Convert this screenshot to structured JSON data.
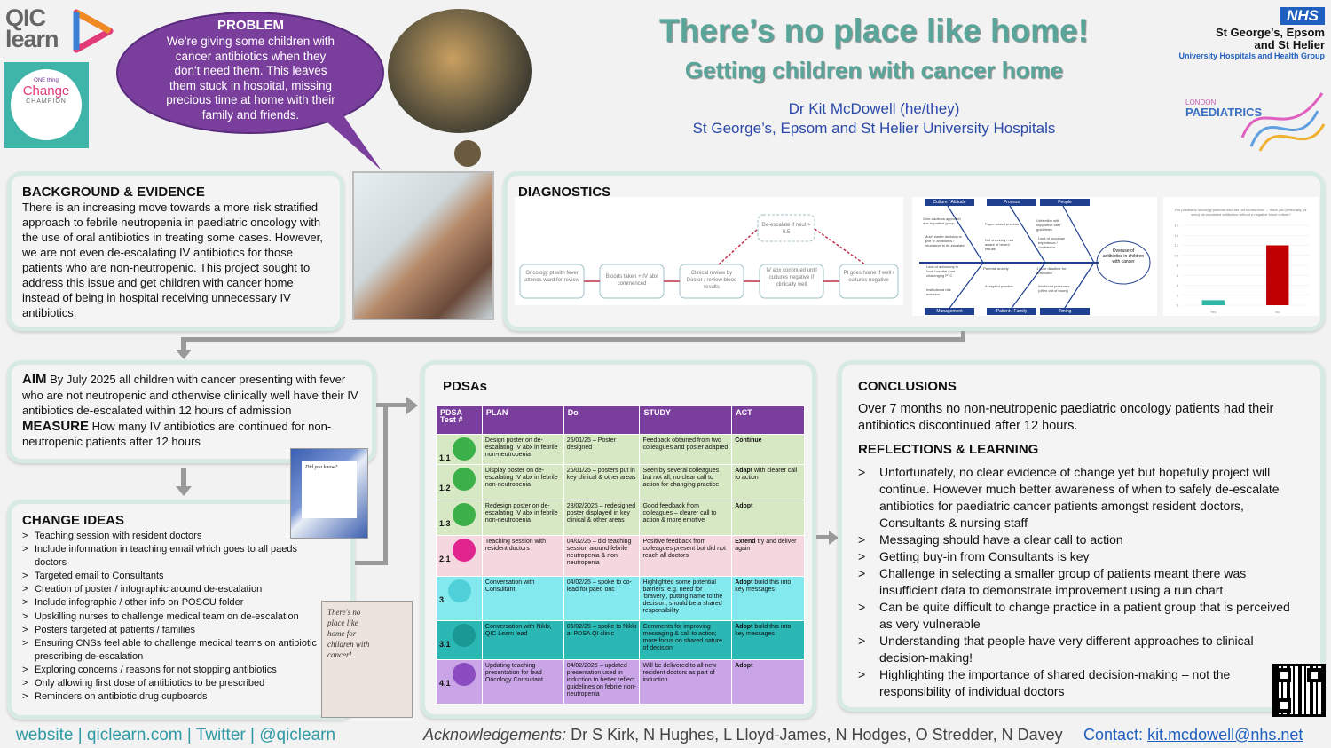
{
  "header": {
    "logo_qic": "QIC learn",
    "badge_line1": "ONE thing",
    "badge_change": "Change",
    "badge_champion": "CHAMPION",
    "title": "There’s no place like home!",
    "subtitle": "Getting children with cancer home",
    "author": "Dr Kit McDowell (he/they)",
    "affiliation": "St George’s, Epsom and St Helier University Hospitals",
    "nhs": "NHS",
    "trust_line1": "St George’s, Epsom",
    "trust_line2": "and St Helier",
    "trust_line3": "University Hospitals and Health Group",
    "london_paeds_1": "LONDON",
    "london_paeds_2": "PAEDIATRICS"
  },
  "problem": {
    "heading": "PROBLEM",
    "text": "We're giving some children with cancer antibiotics when they don't need them. This leaves them stuck in hospital, missing precious time at home with their family and friends."
  },
  "background": {
    "heading": "BACKGROUND & EVIDENCE",
    "text": "There is an increasing move towards a more risk stratified approach to febrile neutropenia in paediatric oncology with the use of oral antibiotics in treating some cases. However, we are not even de-escalating IV antibiotics for those patients who are non-neutropenic. This project sought to address this issue and get children with cancer home instead of being in hospital receiving unnecessary IV antibiotics."
  },
  "diagnostics": {
    "heading": "DIAGNOSTICS",
    "flow": [
      "Oncology pt with fever attends ward for review",
      "Bloods taken + IV abx commenced",
      "Clinical review by Doctor / review blood results",
      "IV abx continued until cultures negative if clinically well",
      "Pt goes home if well / cultures negative"
    ],
    "flow_branch": "De-escalate if neut > 0.5",
    "fishbone_heads": [
      "Culture / Attitude",
      "Process",
      "People",
      "Management",
      "Patient / Family",
      "Timing"
    ],
    "fishbone_effect": "Overuse of antibiotics in children with cancer",
    "fishbone_causes": [
      "Over-cautious approach due to patient group",
      "Paper-based process",
      "Unfamiliar with supportive care guidelines",
      "Much easier decision to give IV antibiotics / reluctance to de-escalate",
      "Not checking / not aware of recent results",
      "Lack of oncology experience / confidence",
      "Lack of autonomy in local hospital / not challenging PTC",
      "Parental anxiety",
      "1 hour deadline for antibiotics",
      "Institutional risk aversion",
      "Accepted practice",
      "Workload pressures (often out of hours)"
    ],
    "bar_chart_title": "For paediatric oncology patients who are not neutropenic ... Have you personally (or seen) de-escalated antibiotics without a negative blood culture?"
  },
  "chart_data": {
    "type": "bar",
    "title": "For paediatric oncology patients who are not neutropenic ... Have you personally (or seen) de-escalated antibiotics without a negative blood culture?",
    "categories": [
      "Yes",
      "No"
    ],
    "values": [
      1,
      12
    ],
    "ylim": [
      0,
      16
    ],
    "colors": [
      "#2fb5a4",
      "#c00000"
    ]
  },
  "aim": {
    "aim_label": "AIM",
    "aim_text": "By July 2025 all children with cancer presenting with fever who are not neutropenic and otherwise clinically well have their IV antibiotics de-escalated within 12 hours of admission",
    "measure_label": "MEASURE",
    "measure_text": "How many IV antibiotics are continued for non-neutropenic patients after 12 hours"
  },
  "change_ideas": {
    "heading": "CHANGE IDEAS",
    "items": [
      "Teaching session with resident doctors",
      "Include information in teaching email which goes to all paeds doctors",
      "Targeted email to Consultants",
      "Creation of poster / infographic around de-escalation",
      "Include infographic / other info on POSCU folder",
      "Upskilling nurses to challenge medical team on de-escalation",
      "Posters targeted at patients / families",
      "Ensuring CNSs feel able to challenge medical teams on antibiotic prescribing de-escalation",
      "Exploring concerns / reasons for not stopping antibiotics",
      "Only allowing first dose of antibiotics to be prescribed",
      "Reminders on antibiotic drug cupboards"
    ],
    "photo1_text": "Did you know?",
    "photo2_text": "There's no place like home for children with cancer!"
  },
  "pdsa": {
    "heading": "PDSAs",
    "columns": [
      "PDSA Test #",
      "PLAN",
      "Do",
      "STUDY",
      "ACT"
    ],
    "rows": [
      {
        "id": "1.1",
        "plan": "Design poster on de-escalating IV abx in febrile non-neutropenia",
        "do": "25/01/25 – Poster designed",
        "study": "Feedback obtained from two colleagues and poster adapted",
        "act_bold": "Continue",
        "act": ""
      },
      {
        "id": "1.2",
        "plan": "Display poster on de-escalating IV abx in febrile non-neutropenia",
        "do": "26/01/25 – posters put in key clinical & other areas",
        "study": "Seen by several colleagues but not all; no clear call to action for changing practice",
        "act_bold": "Adapt",
        "act": "with clearer call to action"
      },
      {
        "id": "1.3",
        "plan": "Redesign poster on de-escalating IV abx in febrile non-neutropenia",
        "do": "28/02/2025 – redesigned poster displayed in key clinical & other areas",
        "study": "Good feedback from colleagues – clearer call to action & more emotive",
        "act_bold": "Adopt",
        "act": ""
      },
      {
        "id": "2.1",
        "plan": "Teaching session with resident doctors",
        "do": "04/02/25 – did teaching session around febrile neutropenia & non-neutropenia",
        "study": "Positive feedback from colleagues present but did not reach all doctors",
        "act_bold": "Extend",
        "act": "try and deliver again"
      },
      {
        "id": "3.",
        "plan": "Conversation with Consultant",
        "do": "04/02/25 – spoke to co-lead for paed onc",
        "study": "Highlighted some potential barriers: e.g. need for 'bravery', putting name to the decision, should be a shared responsibility",
        "act_bold": "Adopt",
        "act": "build this into key messages"
      },
      {
        "id": "3.1",
        "plan": "Conversation with Nikki, QIC Learn lead",
        "do": "06/02/25 – spoke to Nikki at PDSA QI clinic",
        "study": "Comments for improving messaging & call to action; more focus on shared nature of decision",
        "act_bold": "Adopt",
        "act": "build this into key messages"
      },
      {
        "id": "4.1",
        "plan": "Updating teaching presentation for lead Oncology Consultant",
        "do": "04/02/2025 – updated presentation used in induction to better reflect guidelines on febrile non-neutropenia",
        "study": "Will be delivered to all new resident doctors as part of induction",
        "act_bold": "Adopt",
        "act": ""
      }
    ]
  },
  "conclusions": {
    "heading": "CONCLUSIONS",
    "text": "Over 7 months no non-neutropenic paediatric oncology patients had their antibiotics discontinued after 12 hours.",
    "reflections_heading": "REFLECTIONS & LEARNING",
    "reflections": [
      "Unfortunately, no clear evidence of change yet but hopefully project will continue. However much better awareness of when to safely de-escalate antibiotics for paediatric cancer patients amongst resident doctors, Consultants & nursing staff",
      "Messaging should have a clear call to action",
      "Getting buy-in from Consultants is key",
      "Challenge in selecting a smaller group of patients meant there was insufficient data to demonstrate improvement using a run chart",
      "Can be quite difficult to change practice in a patient group that is perceived as very vulnerable",
      "Understanding that people have very different approaches to clinical decision-making!",
      "Highlighting the importance of shared decision-making – not the responsibility of individual doctors"
    ]
  },
  "footer": {
    "links": "website | qiclearn.com | Twitter | @qiclearn",
    "ack_label": "Acknowledgements:",
    "ack_names": "Dr S Kirk, N Hughes, L Lloyd-James, N Hodges, O Stredder, N Davey",
    "contact_label": "Contact:",
    "contact_email": "kit.mcdowell@nhs.net"
  },
  "colors": {
    "title_teal": "#5aa59a",
    "author_blue": "#2b4aa8",
    "problem_purple": "#7a3e9c",
    "table_header": "#7a3e9c",
    "row_green": "#d7e8c4",
    "row_pink": "#f5d7df",
    "row_cyan": "#83e9ef",
    "row_teal": "#2bb7b4",
    "row_lilac": "#c9a4e6",
    "footer_teal": "#2f9aa5",
    "nhs_blue": "#1f5fbf"
  }
}
